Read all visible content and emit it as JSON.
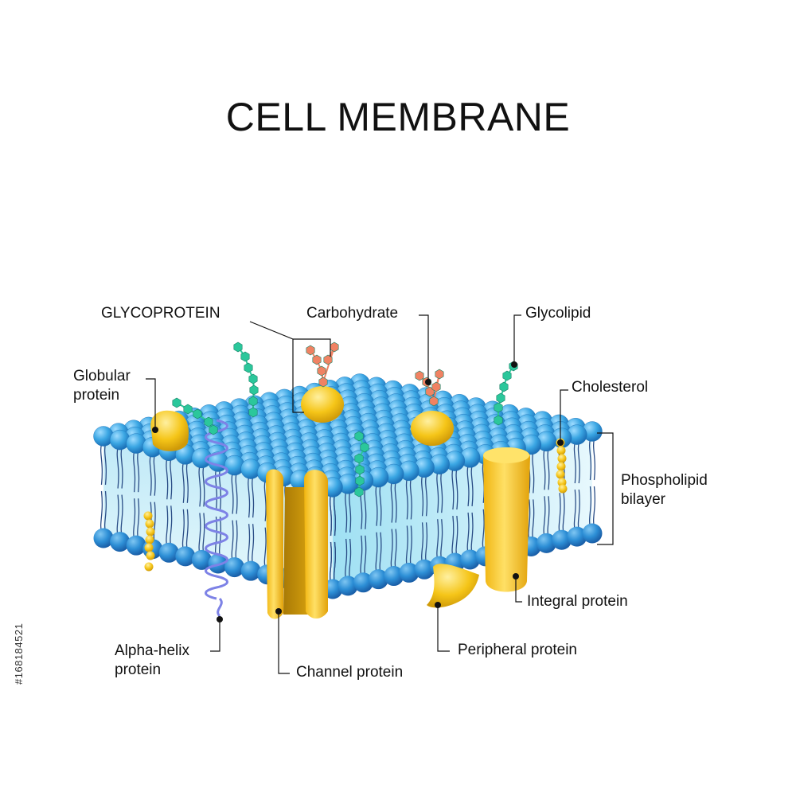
{
  "title": "CELL MEMBRANE",
  "labels": {
    "glycoprotein": "GLYCOPROTEIN",
    "carbohydrate": "Carbohydrate",
    "glycolipid": "Glycolipid",
    "globular_line1": "Globular",
    "globular_line2": "protein",
    "cholesterol": "Cholesterol",
    "phospholipid_line1": "Phospholipid",
    "phospholipid_line2": "bilayer",
    "integral_protein": "Integral protein",
    "peripheral_protein": "Peripheral protein",
    "channel_protein": "Channel protein",
    "alpha_line1": "Alpha-helix",
    "alpha_line2": "protein"
  },
  "side_id": "#168184521",
  "colors": {
    "head_blue": "#3aa6e3",
    "head_dark": "#1c71b8",
    "protein_yellow": "#f5c518",
    "protein_dark": "#c9940a",
    "carbohydrate_salmon": "#f08263",
    "glycolipid_green": "#2bc79b",
    "helix_purple": "#7d82e6",
    "interior_cyan": "#c7eef8"
  }
}
